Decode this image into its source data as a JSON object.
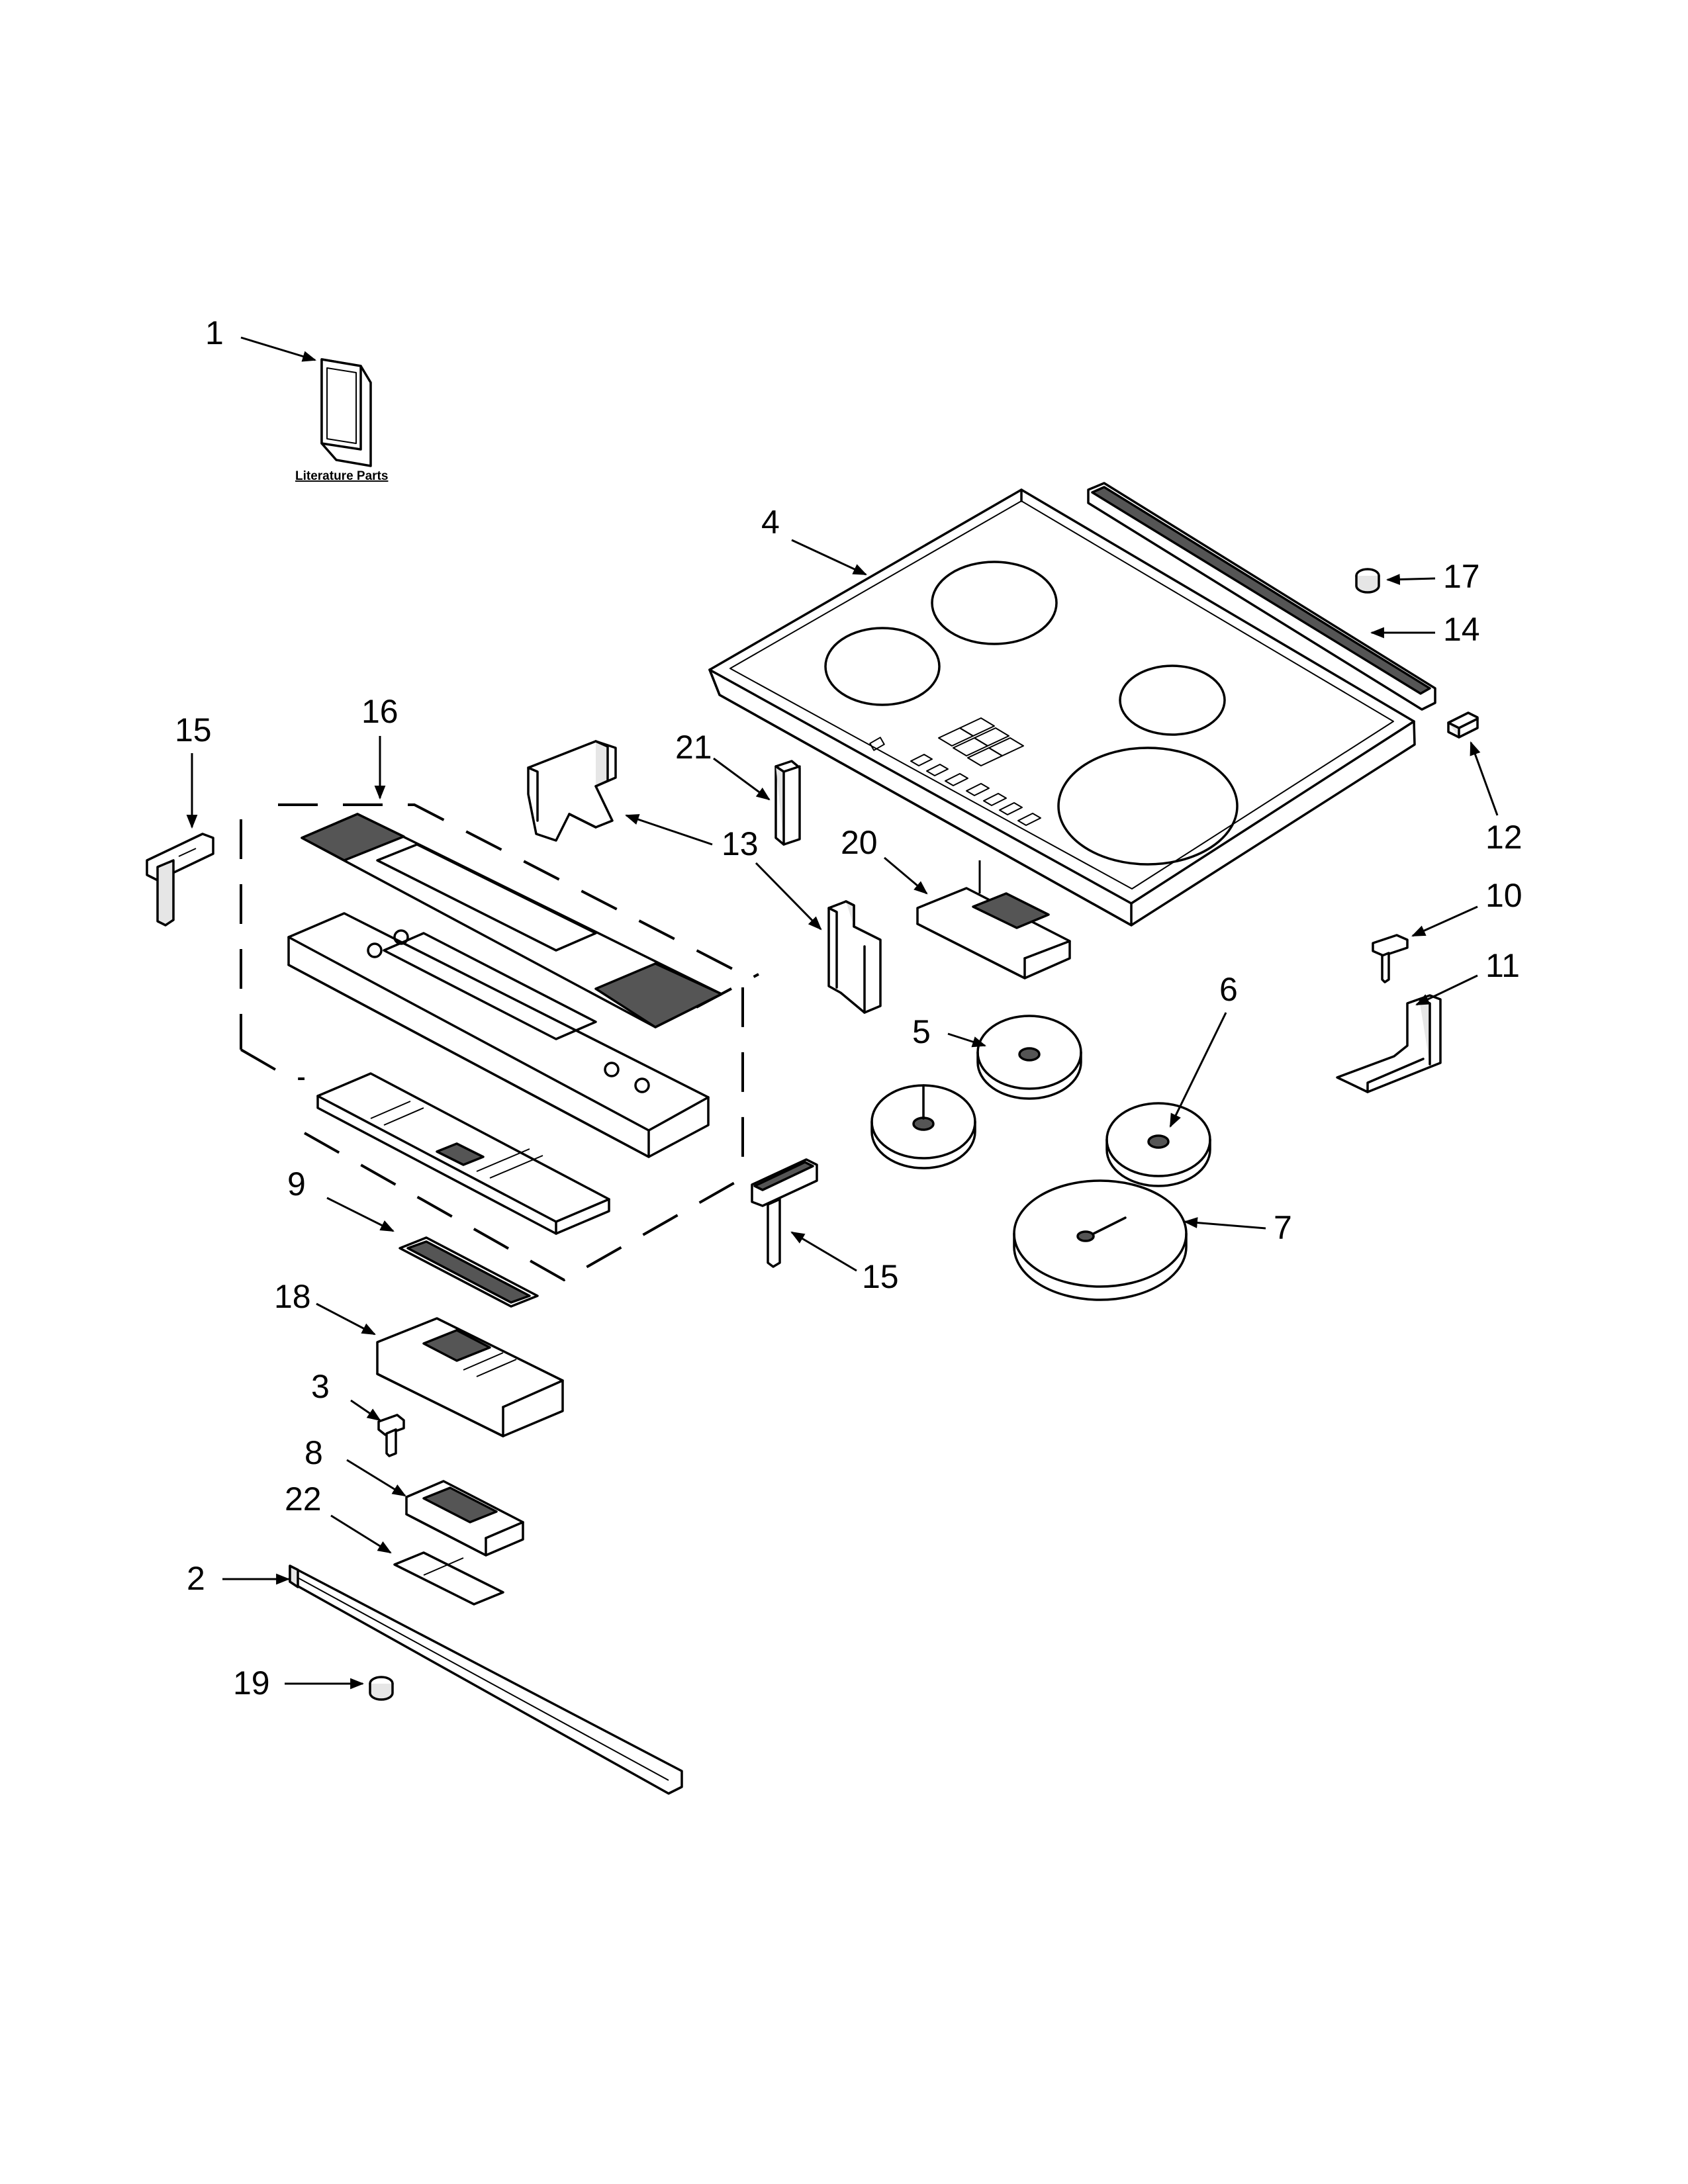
{
  "diagram": {
    "literature_label": "Literature Parts",
    "callouts": [
      "1",
      "2",
      "3",
      "4",
      "5",
      "6",
      "7",
      "8",
      "9",
      "10",
      "11",
      "12",
      "13",
      "14",
      "15",
      "16",
      "17",
      "18",
      "19",
      "20",
      "21",
      "22"
    ],
    "duplicate_callouts": [
      "15"
    ]
  }
}
